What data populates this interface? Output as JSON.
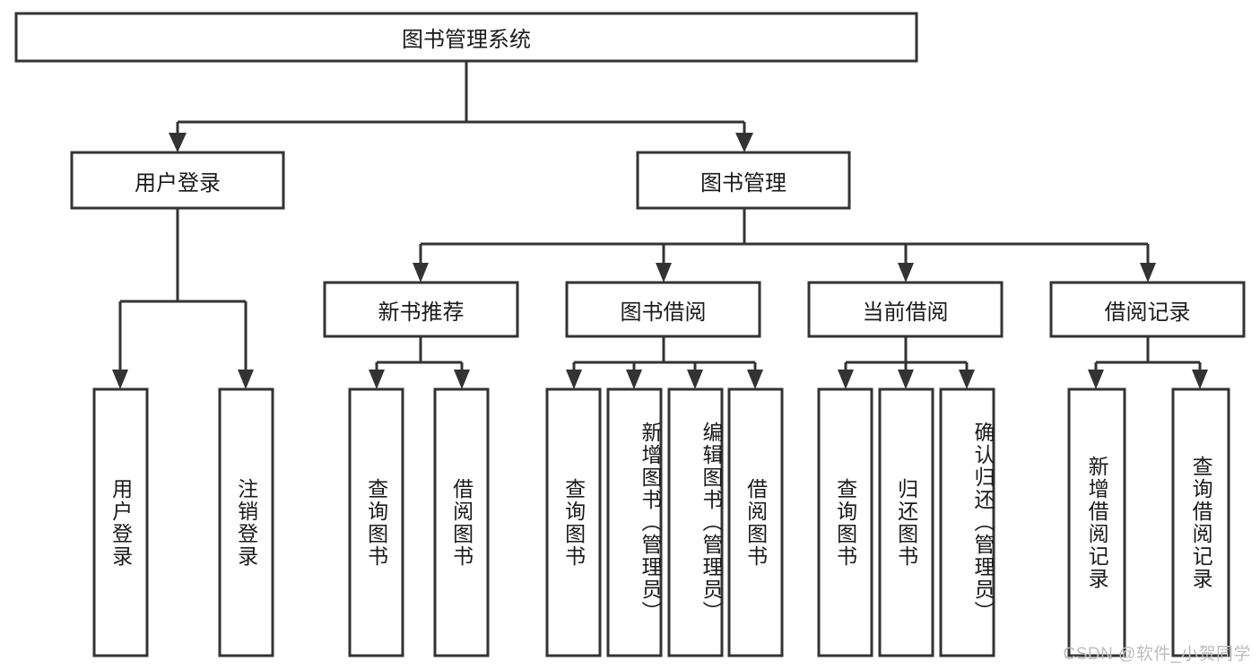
{
  "diagram": {
    "type": "tree-flowchart",
    "title_node": {
      "id": "root",
      "label": "图书管理系统"
    },
    "level2": [
      {
        "id": "user-login",
        "label": "用户登录"
      },
      {
        "id": "book-manage",
        "label": "图书管理"
      }
    ],
    "level3": [
      {
        "id": "new-book-recommend",
        "label": "新书推荐"
      },
      {
        "id": "book-borrow",
        "label": "图书借阅"
      },
      {
        "id": "current-borrow",
        "label": "当前借阅"
      },
      {
        "id": "borrow-record",
        "label": "借阅记录"
      }
    ],
    "leaves": {
      "user-login": [
        {
          "id": "leaf-user-login",
          "label": "用户登录"
        },
        {
          "id": "leaf-logout-login",
          "label": "注销登录"
        }
      ],
      "new-book-recommend": [
        {
          "id": "leaf-query-book-1",
          "label": "查询图书"
        },
        {
          "id": "leaf-borrow-book-1",
          "label": "借阅图书"
        }
      ],
      "book-borrow": [
        {
          "id": "leaf-query-book-2",
          "label": "查询图书"
        },
        {
          "id": "leaf-add-book",
          "label": "新增图书（管理员）"
        },
        {
          "id": "leaf-edit-book",
          "label": "编辑图书（管理员）"
        },
        {
          "id": "leaf-borrow-book-2",
          "label": "借阅图书"
        }
      ],
      "current-borrow": [
        {
          "id": "leaf-query-book-3",
          "label": "查询图书"
        },
        {
          "id": "leaf-return-book",
          "label": "归还图书"
        },
        {
          "id": "leaf-confirm-return",
          "label": "确认归还（管理员）"
        }
      ],
      "borrow-record": [
        {
          "id": "leaf-add-record",
          "label": "新增借阅记录"
        },
        {
          "id": "leaf-query-record",
          "label": "查询借阅记录"
        }
      ]
    },
    "colors": {
      "stroke": "#333333",
      "fill": "#ffffff",
      "text": "#1a1a1a",
      "watermark": "#bdbdbd"
    }
  },
  "watermark": {
    "text": "CSDN @软件_小贺同学"
  }
}
